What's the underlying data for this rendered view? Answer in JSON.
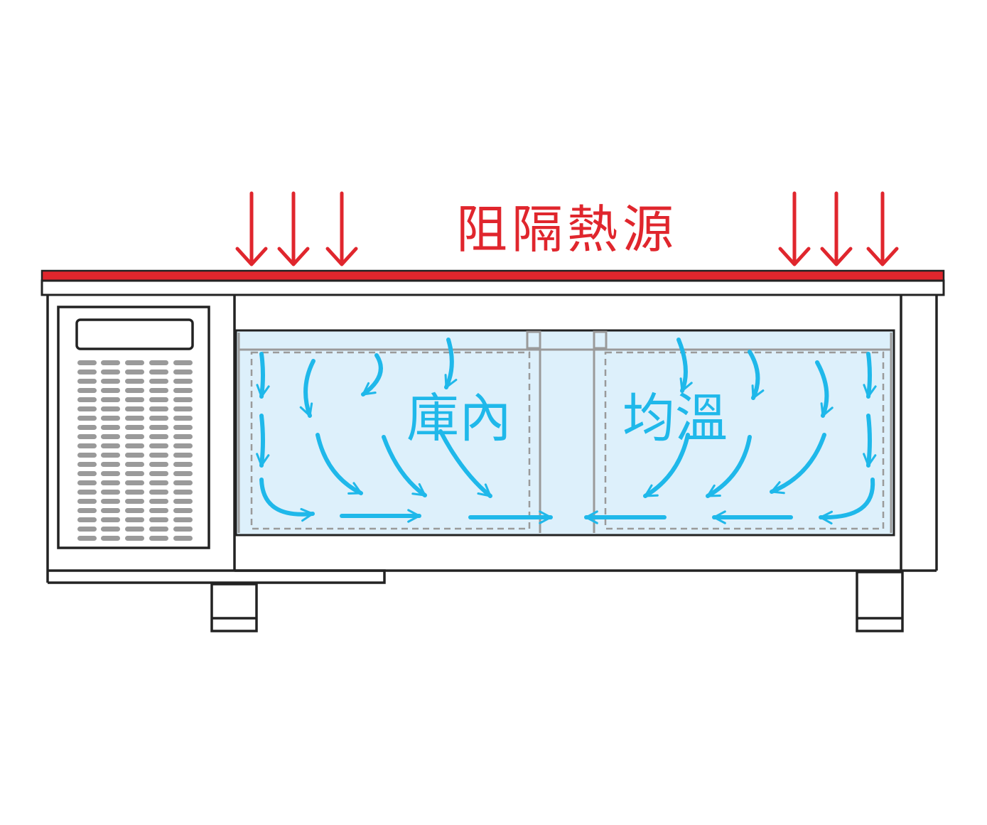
{
  "diagram": {
    "heat_label": "阻隔熱源",
    "inner_label_left": "庫內",
    "inner_label_right": "均溫",
    "colors": {
      "heat": "#e0262d",
      "airflow": "#1fb8ea",
      "interior": "#ddf0fb",
      "outline": "#222222",
      "vent": "#9a9a9a",
      "shelf": "#9a9a9a"
    },
    "icons": [
      "heat-arrow-icon",
      "airflow-arrow-icon",
      "vent-grille-icon"
    ]
  }
}
